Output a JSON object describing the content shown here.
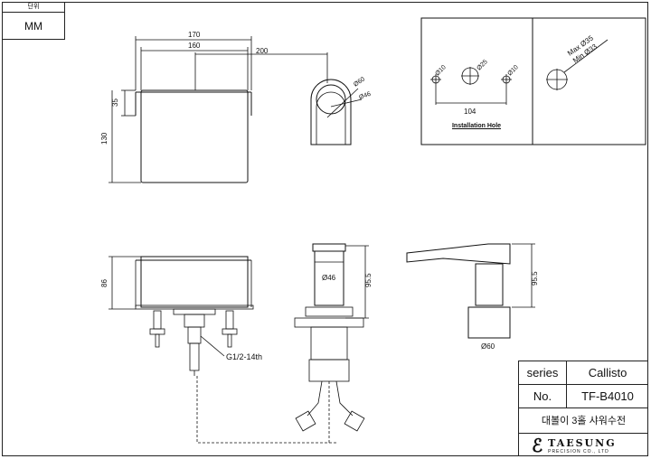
{
  "unit": {
    "label": "단위",
    "value": "MM"
  },
  "top_view": {
    "dim_170": "170",
    "dim_160": "160",
    "dim_200": "200",
    "dim_35": "35",
    "dim_130": "130"
  },
  "side_view_top": {
    "dia_60": "Ø60",
    "dia_46": "Ø46"
  },
  "install": {
    "hole_left": "Ø10",
    "hole_mid": "Ø25",
    "hole_right": "Ø10",
    "spacing": "104",
    "max": "Max Ø35",
    "min": "Min Ø33",
    "label": "Installation Hole"
  },
  "front_view": {
    "dim_86": "86",
    "thread": "G1/2-14th"
  },
  "mid_view": {
    "dia_46": "Ø46",
    "dim_95_5": "95.5"
  },
  "right_view": {
    "dim_95_5": "95.5",
    "dia_60": "Ø60"
  },
  "title_block": {
    "series_key": "series",
    "series_val": "Callisto",
    "no_key": "No.",
    "no_val": "TF-B4010",
    "description": "대볼이 3홀 샤워수전",
    "brand": "TAESUNG",
    "brand_sub": "PRECISION CO., LTD"
  }
}
